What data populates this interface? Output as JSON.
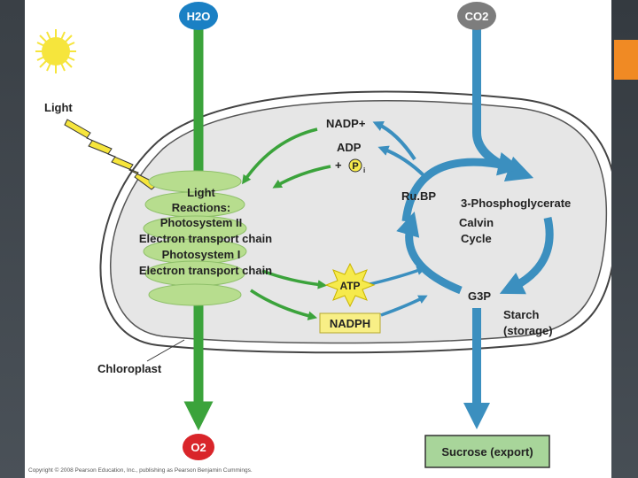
{
  "labels": {
    "h2o": "H2O",
    "co2": "CO2",
    "light": "Light",
    "nadp_plus": "NADP+",
    "adp": "ADP",
    "plus": "+",
    "pi": "P",
    "light_reactions": [
      "Light",
      "Reactions:",
      "Photosystem II",
      "Electron transport chain",
      "Photosystem I",
      "Electron transport chain"
    ],
    "rubp": "Ru.BP",
    "three_pga": "3-Phosphoglycerate",
    "calvin": [
      "Calvin",
      "Cycle"
    ],
    "atp": "ATP",
    "nadph": "NADPH",
    "g3p": "G3P",
    "starch": [
      "Starch",
      "(storage)"
    ],
    "chloroplast": "Chloroplast",
    "o2": "O2",
    "sucrose": "Sucrose (export)",
    "copyright": "Copyright © 2008 Pearson Education, Inc., publishing as Pearson Benjamin Cummings."
  },
  "colors": {
    "green_arrow": "#3ba33b",
    "blue_arrow": "#3b8fbf",
    "h2o_blue": "#1a80c4",
    "co2_gray": "#7d7d7d",
    "o2_red": "#d9252a",
    "stroma": "#e6e6e6",
    "thylakoid": "#b7dd8e",
    "atp_yellow": "#f6ea4c",
    "nadph_yellow": "#f8ef86",
    "sucrose_green": "#a8d59a",
    "sun": "#f6e53c"
  }
}
